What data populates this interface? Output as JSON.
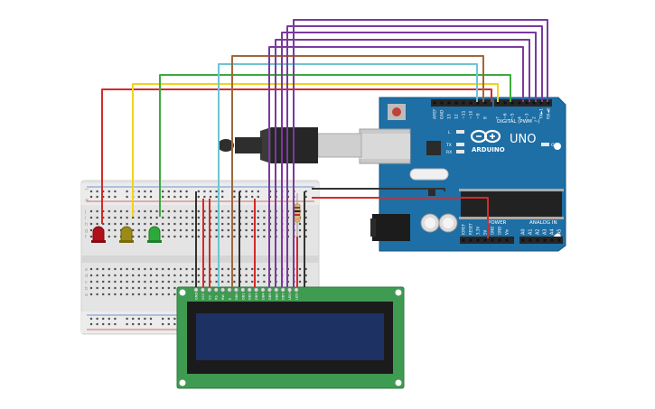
{
  "arduino": {
    "logo": "ARDUINO",
    "model": "UNO",
    "digital_header": "DIGITAL (PWM ~)",
    "power_header": "POWER",
    "analog_header": "ANALOG IN",
    "on_label": "ON",
    "led_l": "L",
    "led_tx": "TX",
    "led_rx": "RX",
    "top_pins": [
      "AREF",
      "GND",
      "13",
      "12",
      "~11",
      "~10",
      "~9",
      "8",
      "7",
      "~6",
      "~5",
      "4",
      "~3",
      "2",
      "TX►1",
      "RX◄0"
    ],
    "power_pins": [
      "IOREF",
      "RESET",
      "3.3V",
      "5V",
      "GND",
      "GND",
      "Vin"
    ],
    "analog_pins": [
      "A0",
      "A1",
      "A2",
      "A3",
      "A4",
      "A5"
    ]
  },
  "breadboard": {
    "plus": "+",
    "minus": "−",
    "row_letters_top": [
      "j",
      "i",
      "h",
      "g",
      "f"
    ],
    "row_letters_bottom": [
      "e",
      "d",
      "c",
      "b",
      "a"
    ]
  },
  "lcd": {
    "pins": [
      "GND",
      "VCC",
      "V0",
      "RS",
      "RW",
      "E",
      "DB0",
      "DB1",
      "DB2",
      "DB3",
      "DB4",
      "DB5",
      "DB6",
      "DB7",
      "LED+",
      "LED-"
    ]
  },
  "colors": {
    "board": "#1e6fa5",
    "lcd_pcb": "#3f9a52",
    "lcd_screen": "#1d3162",
    "led_red": "#c0101a",
    "led_yellow": "#c8b400",
    "led_green": "#2ea83a",
    "wire_red": "#d42a2a",
    "wire_yellow": "#f2d21e",
    "wire_green": "#3caa3c",
    "wire_cyan": "#6ec5d2",
    "wire_brown": "#a0673a",
    "wire_purple": "#7a3a9e",
    "wire_black": "#333333"
  }
}
